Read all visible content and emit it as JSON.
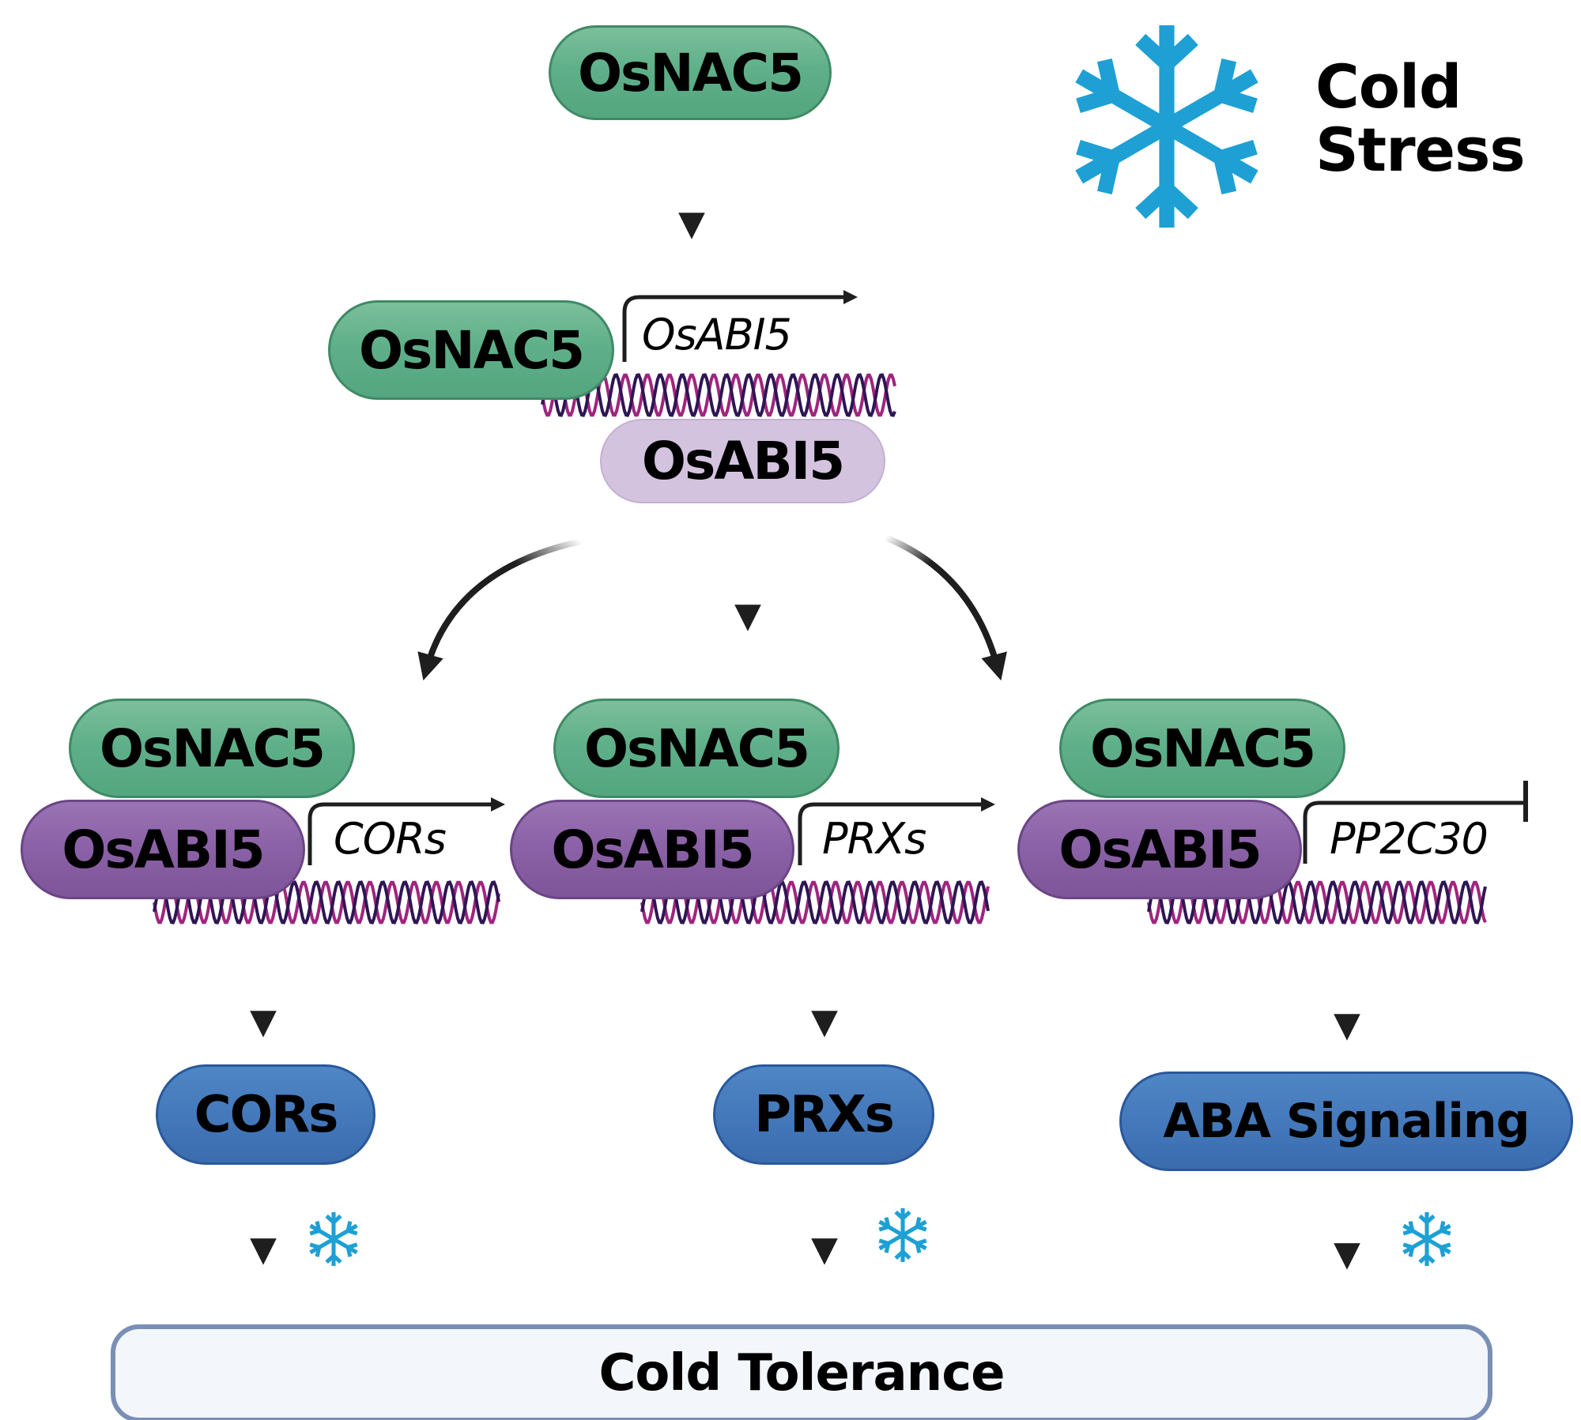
{
  "colors": {
    "osnac5": "#5fb08a",
    "osabi5_complex": "#8a60a6",
    "osabi5_gene_product": "#d4c3df",
    "output": "#4479bb",
    "snowflake": "#1ea0d4",
    "dna_strand_a": "#a0257e",
    "dna_strand_b": "#2e1654",
    "arrow": "#1e1e1e"
  },
  "legend": {
    "icon": "snowflake-icon",
    "line1": "Cold",
    "line2": "Stress"
  },
  "top": {
    "protein": "OsNAC5"
  },
  "activation": {
    "protein": "OsNAC5",
    "gene": "OsABI5",
    "gene_effect": "activates",
    "product": "OsABI5"
  },
  "branches": [
    {
      "protein_top": "OsNAC5",
      "protein_bottom": "OsABI5",
      "gene": "CORs",
      "gene_effect": "activates",
      "output": "CORs",
      "icon": "snowflake-icon"
    },
    {
      "protein_top": "OsNAC5",
      "protein_bottom": "OsABI5",
      "gene": "PRXs",
      "gene_effect": "activates",
      "output": "PRXs",
      "icon": "snowflake-icon"
    },
    {
      "protein_top": "OsNAC5",
      "protein_bottom": "OsABI5",
      "gene": "PP2C30",
      "gene_effect": "represses",
      "output": "ABA Signaling",
      "icon": "snowflake-icon"
    }
  ],
  "outcome": {
    "label": "Cold Tolerance"
  }
}
